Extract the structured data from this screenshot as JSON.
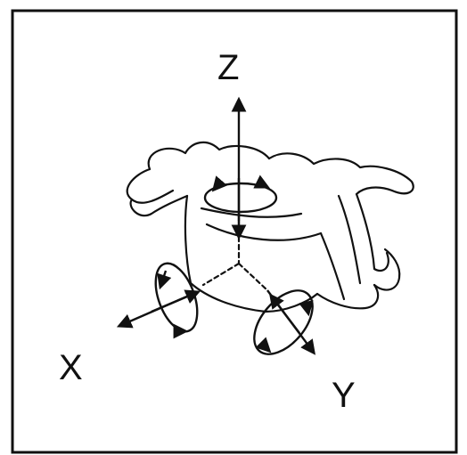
{
  "diagram": {
    "axes": {
      "z_label": "Z",
      "x_label": "X",
      "y_label": "Y"
    },
    "colors": {
      "stroke": "#111111",
      "background": "#ffffff"
    }
  }
}
